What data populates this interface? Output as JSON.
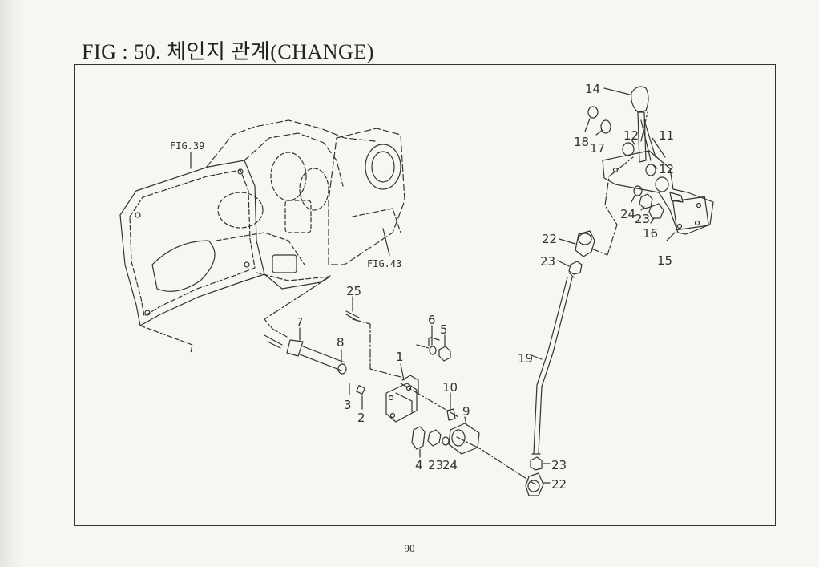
{
  "title": "FIG : 50. 체인지 관계(CHANGE)",
  "page_number": "90",
  "references": {
    "fig39": "FIG.39",
    "fig43": "FIG.43"
  },
  "callouts": {
    "p1": "1",
    "p2": "2",
    "p3": "3",
    "p4": "4",
    "p5": "5",
    "p6": "6",
    "p7": "7",
    "p8": "8",
    "p9": "9",
    "p10": "10",
    "p11": "11",
    "p12a": "12",
    "p12b": "12",
    "p14": "14",
    "p15": "15",
    "p16": "16",
    "p17": "17",
    "p18": "18",
    "p19": "19",
    "p22a": "22",
    "p22b": "22",
    "p23a": "23",
    "p23b": "23",
    "p23c": "23",
    "p23d": "23",
    "p24a": "24",
    "p24b": "24",
    "p25": "25"
  }
}
